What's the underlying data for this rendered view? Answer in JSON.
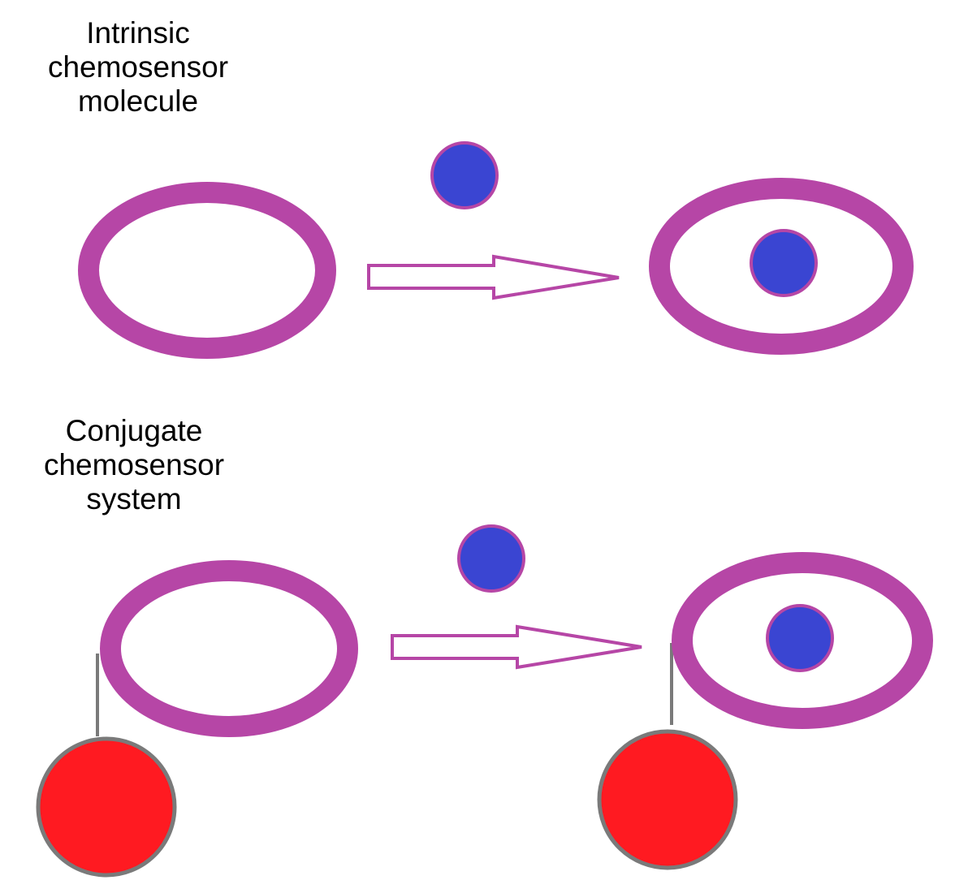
{
  "labels": {
    "intrinsic": [
      "Intrinsic",
      "chemosensor",
      "molecule"
    ],
    "conjugate": [
      "Conjugate",
      "chemosensor",
      "system"
    ]
  },
  "colors": {
    "receptor_ring": "#b646a6",
    "analyte_fill": "#3a45d2",
    "analyte_stroke": "#b646a6",
    "fluorophore_fill": "#ff1a21",
    "fluorophore_stroke": "#7a7a7a",
    "linker": "#7a7a7a",
    "arrow_stroke": "#b646a6",
    "background": "#ffffff"
  }
}
